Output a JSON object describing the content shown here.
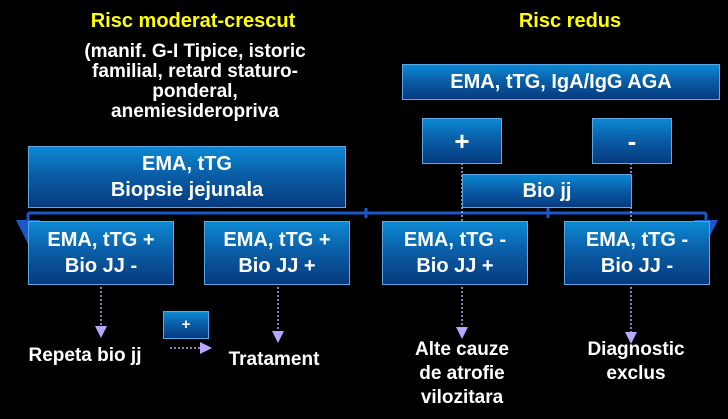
{
  "left": {
    "title": "Risc moderat-crescut",
    "subtitle": [
      "(manif. G-I Tipice, istoric",
      "familial, retard staturo-",
      "ponderal,",
      "anemiesideropriva"
    ],
    "test_box": [
      "EMA, tTG",
      "Biopsie jejunala"
    ]
  },
  "right": {
    "title": "Risc redus",
    "test_box": "EMA, tTG, IgA/IgG AGA",
    "positive": "+",
    "negative": "-",
    "biopsy": "Bio jj"
  },
  "results": [
    {
      "line1": "EMA, tTG +",
      "line2": "Bio JJ -"
    },
    {
      "line1": "EMA, tTG +",
      "line2": "Bio JJ +"
    },
    {
      "line1": "EMA, tTG -",
      "line2": "Bio JJ +"
    },
    {
      "line1": "EMA, tTG -",
      "line2": "Bio JJ -"
    }
  ],
  "plus_small": "+",
  "outcomes": {
    "repeat": "Repeta bio jj",
    "treatment": "Tratament",
    "other_causes": [
      "Alte cauze",
      "de atrofie",
      "vilozitara"
    ],
    "excluded": [
      "Diagnostic",
      "exclus"
    ]
  },
  "colors": {
    "background": "#000000",
    "title": "#ffff00",
    "box": "#0a5fa8",
    "line": "#1a57c9",
    "dotted": "#b9a6ff"
  }
}
